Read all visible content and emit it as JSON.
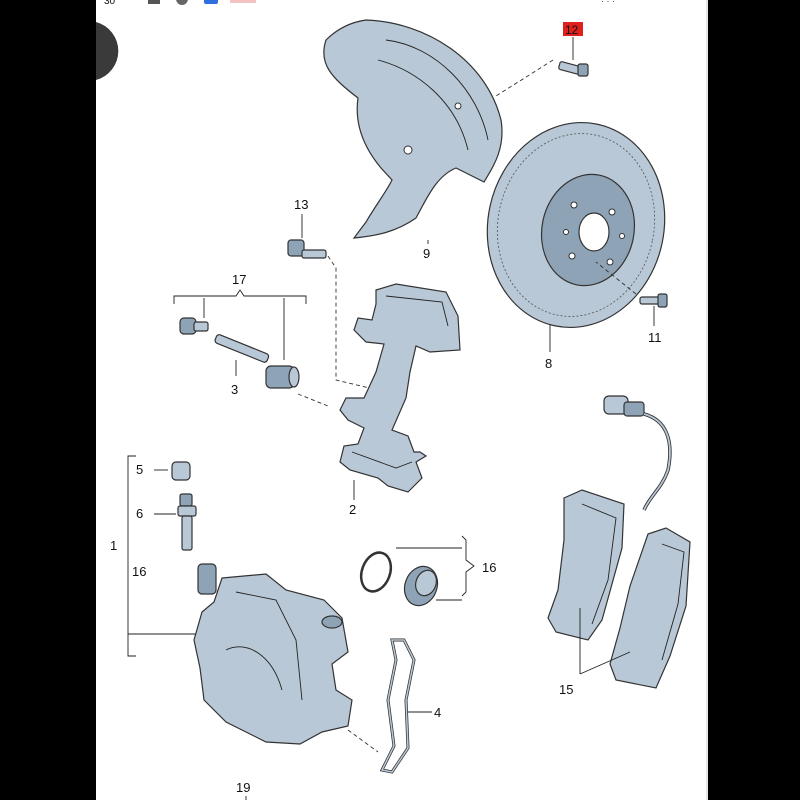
{
  "diagram": {
    "callouts": {
      "c1": "1",
      "c2": "2",
      "c3": "3",
      "c4": "4",
      "c5": "5",
      "c6": "6",
      "c8": "8",
      "c9": "9",
      "c11": "11",
      "c12": "12",
      "c13": "13",
      "c15": "15",
      "c16a": "16",
      "c16b": "16",
      "c17": "17",
      "c19": "19"
    },
    "highlight_color": "#e0201c",
    "part_color": "#b9c8d6"
  },
  "ui": {
    "top_status": "30"
  }
}
